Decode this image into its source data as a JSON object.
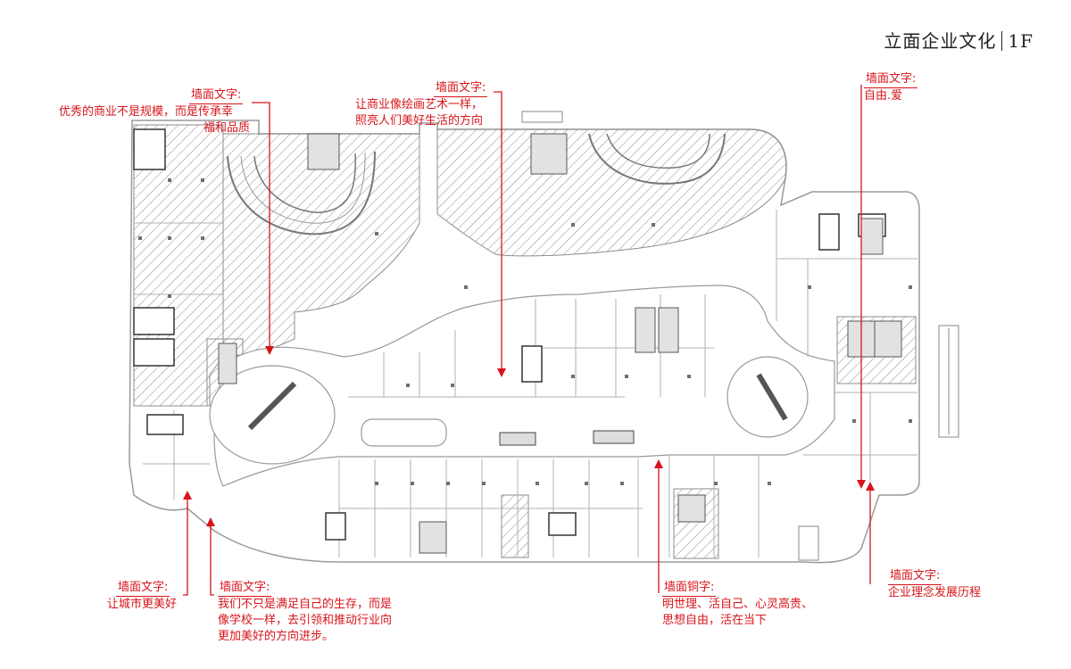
{
  "header": {
    "title": "立面企业文化",
    "floor": "1F"
  },
  "annotations": [
    {
      "id": "a1",
      "heading": "墙面文字:",
      "lines": [
        "优秀的商业不是规模，而是传承幸",
        "福和品质"
      ]
    },
    {
      "id": "a2",
      "heading": "墙面文字:",
      "lines": [
        "让商业像绘画艺术一样，",
        "照亮人们美好生活的方向"
      ]
    },
    {
      "id": "a3",
      "heading": "墙面文字:",
      "lines": [
        "自由.爱"
      ]
    },
    {
      "id": "a4",
      "heading": "墙面文字:",
      "lines": [
        "让城市更美好"
      ]
    },
    {
      "id": "a5",
      "heading": "墙面文字:",
      "lines": [
        "我们不只是满足自己的生存，而是",
        "像学校一样，去引领和推动行业向",
        "更加美好的方向进步。"
      ]
    },
    {
      "id": "a6",
      "heading": "墙面铜字:",
      "lines": [
        "明世理、活自己、心灵高贵、",
        "思想自由，活在当下"
      ]
    },
    {
      "id": "a7",
      "heading": "墙面文字:",
      "lines": [
        "企业理念发展历程"
      ]
    }
  ],
  "colors": {
    "annotation": "#d7141a",
    "plan_line": "#9a9a9a",
    "dark_line": "#333333",
    "title": "#222222"
  }
}
